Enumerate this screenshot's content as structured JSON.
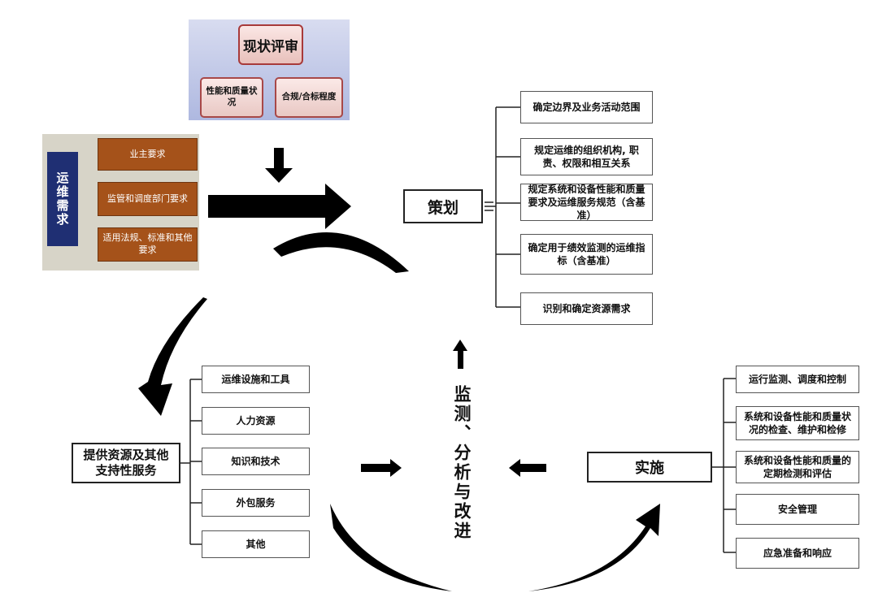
{
  "review": {
    "title": "现状评审",
    "items": [
      "性能和质量状况",
      "合规/合标程度"
    ]
  },
  "requirements": {
    "label": "运维需求",
    "items": [
      "业主要求",
      "监管和调度部门要求",
      "适用法规、标准和其他要求"
    ]
  },
  "planning": {
    "title": "策划",
    "items": [
      "确定边界及业务活动范围",
      "规定运维的组织机构, 职责、权限和相互关系",
      "规定系统和设备性能和质量要求及运维服务规范（含基准）",
      "确定用于绩效监测的运维指标（含基准）",
      "识别和确定资源需求"
    ]
  },
  "resources": {
    "title": "提供资源及其他支持性服务",
    "items": [
      "运维设施和工具",
      "人力资源",
      "知识和技术",
      "外包服务",
      "其他"
    ]
  },
  "implementation": {
    "title": "实施",
    "items": [
      "运行监测、调度和控制",
      "系统和设备性能和质量状况的检查、维护和检修",
      "系统和设备性能和质量的定期检测和评估",
      "安全管理",
      "应急准备和响应"
    ]
  },
  "monitoring": {
    "label": "监测、分析与改进"
  }
}
